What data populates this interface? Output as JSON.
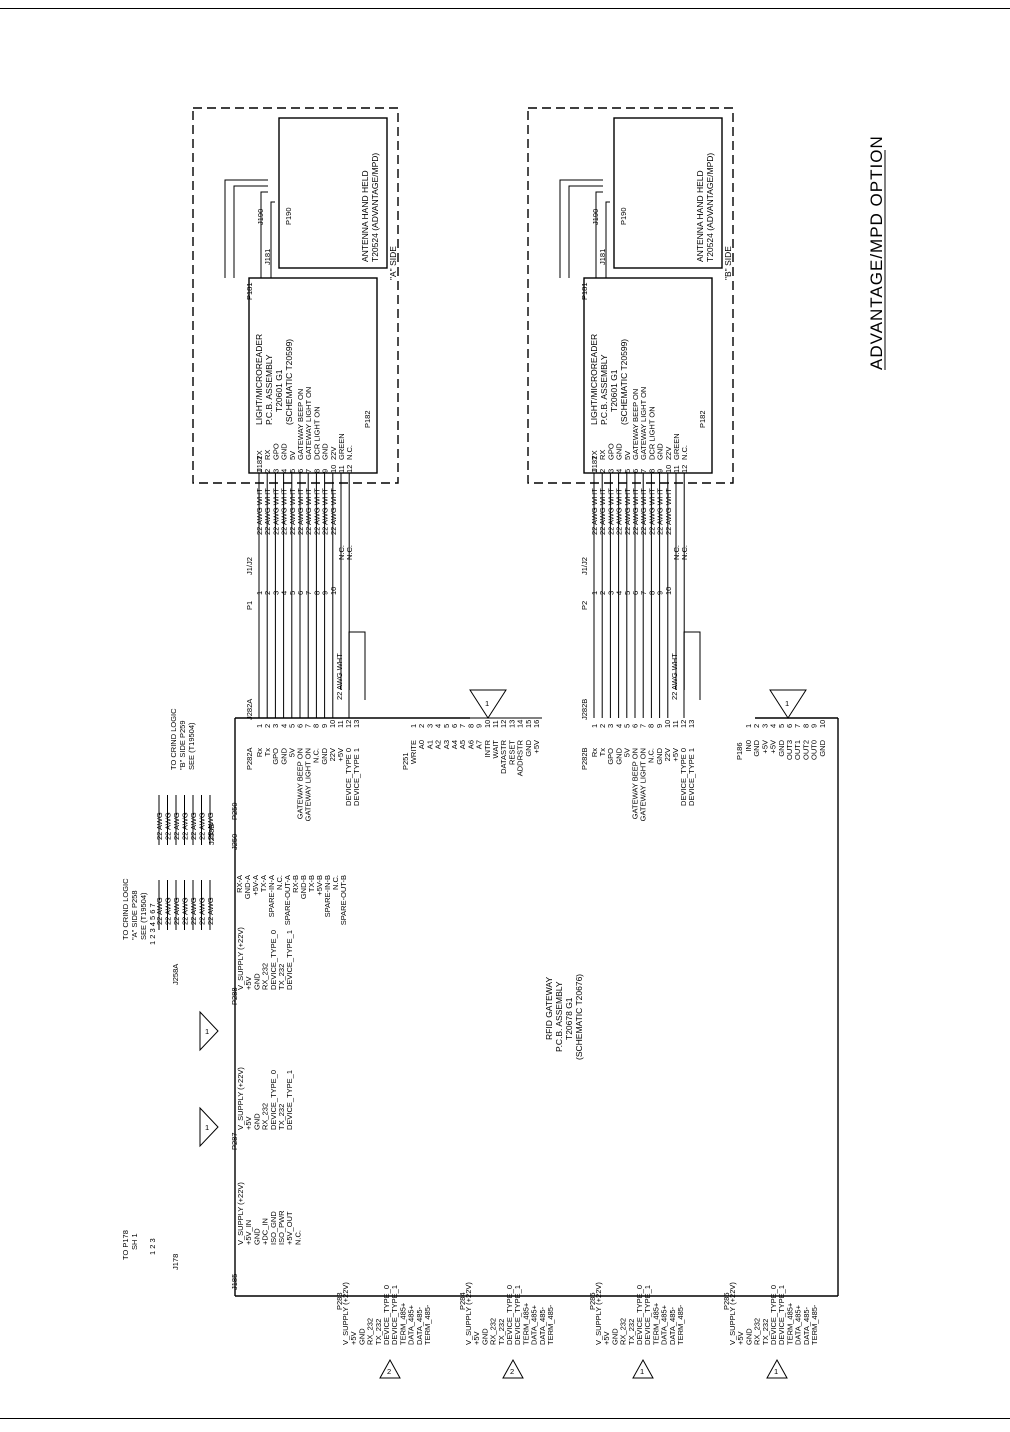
{
  "title": "ADVANTAGE/MPD OPTION",
  "sides": {
    "a": {
      "side_label": "\"A\" SIDE",
      "reader": [
        "LIGHT/MICROREADER",
        "P.C.B. ASSEMBLY",
        "T20601 G1",
        "(SCHEMATIC T20599)"
      ],
      "antenna": [
        "ANTENNA HAND HELD",
        "T20524 (ADVANTAGE/MPD)"
      ],
      "j182_pins": [
        "TX",
        "RX",
        "GPO",
        "GND",
        "5V",
        "GATEWAY BEEP ON",
        "GATEWAY LIGHT ON",
        "DCR LIGHT ON",
        "GND",
        "22V",
        "GREEN",
        "N.C."
      ],
      "p282_pins": [
        "Rx",
        "Tx",
        "GPO",
        "GND",
        "5V",
        "GATEWAY BEEP ON",
        "GATEWAY LIGHT ON",
        "N.C.",
        "GND",
        "22V",
        "+5V",
        "DEVICE_TYPE 0",
        "DEVICE_TYPE 1"
      ],
      "refs": {
        "header": "J282A",
        "plug": "P1",
        "jack": "J1/J2",
        "reader_jack": "J182",
        "reader_plug": "P182",
        "ant_plug": "P181",
        "ant_jack": "J181",
        "ant_j": "J190",
        "ant_p": "P190",
        "p282": "P282A"
      }
    },
    "b": {
      "side_label": "\"B\" SIDE",
      "reader": [
        "LIGHT/MICROREADER",
        "P.C.B. ASSEMBLY",
        "T20601 G1",
        "(SCHEMATIC T20599)"
      ],
      "antenna": [
        "ANTENNA HAND HELD",
        "T20524 (ADVANTAGE/MPD)"
      ],
      "j182_pins": [
        "TX",
        "RX",
        "GPO",
        "GND",
        "5V",
        "GATEWAY BEEP ON",
        "GATEWAY LIGHT ON",
        "DCR LIGHT ON",
        "GND",
        "22V",
        "GREEN",
        "N.C."
      ],
      "p282_pins": [
        "Rx",
        "Tx",
        "GPO",
        "GND",
        "5V",
        "GATEWAY BEEP ON",
        "GATEWAY LIGHT ON",
        "N.C.",
        "GND",
        "22V",
        "+5V",
        "DEVICE_TYPE 0",
        "DEVICE_TYPE 1"
      ],
      "refs": {
        "header": "J282B",
        "plug": "P2",
        "jack": "J1/J2",
        "reader_jack": "J182",
        "reader_plug": "P182",
        "ant_plug": "P181",
        "ant_jack": "J181",
        "ant_j": "J190",
        "ant_p": "P190",
        "p282": "P282B"
      }
    }
  },
  "wire_label": "22 AWG WHT",
  "nc_label": "N.C.",
  "gateway": [
    "RFID GATEWAY",
    "P.C.B. ASSEMBLY",
    "T20678 G1",
    "(SCHEMATIC T20676)"
  ],
  "p251": {
    "ref": "P251",
    "pins": [
      "WRITE",
      "A0",
      "A1",
      "A2",
      "A3",
      "A4",
      "A5",
      "A6",
      "A7",
      "INTR",
      "WAIT",
      "DATASTR",
      "RESET",
      "ADDRSTR",
      "GND",
      "+5V"
    ]
  },
  "p186": {
    "ref": "P186",
    "pins": [
      "IN0",
      "GND",
      "+5V",
      "+5V",
      "GND",
      "OUT3",
      "OUT1",
      "OUT2",
      "OUT0",
      "GND"
    ]
  },
  "crind_a": [
    "TO CRIND LOGIC",
    "\"A\" SIDE P258",
    "SEE (T19504)"
  ],
  "crind_b": [
    "TO CRIND LOGIC",
    "\"B\" SIDE P259",
    "SEE (T19504)"
  ],
  "j258a": {
    "ref": "J258A",
    "nums": "1 2 3 4 5 6 7",
    "pins": [
      "RX-A",
      "GND-A",
      "+5V-A",
      "TX-A",
      "SPARE-IN-A",
      "N.C.",
      "SPARE-OUT-A"
    ]
  },
  "j258b": {
    "ref": "J258B",
    "pins": [
      "RX-B",
      "GND-B",
      "TX-B",
      "+5V-B",
      "SPARE-IN-B",
      "N.C.",
      "SPARE-OUT-B"
    ]
  },
  "j250": {
    "ref": "J250",
    "ref2": "P250"
  },
  "awg": "22 AWG",
  "j178": {
    "ref": "J178",
    "to": "TO P178",
    "sheet": "SH 1",
    "nums": "1 2 3"
  },
  "j185": {
    "ref": "J185",
    "pins": [
      "V_SUPPLY (+22V)",
      "+5V_IN",
      "GND",
      "+DC_IN",
      "ISO_GND",
      "ISO_PWR",
      "+5V_OUT",
      "N.C."
    ]
  },
  "p287": {
    "ref": "P287",
    "pins": [
      "V_SUPPLY (+22V)",
      "+5V",
      "GND",
      "RX_232",
      "DEVICE_TYPE_0",
      "TX_232",
      "DEVICE_TYPE_1"
    ]
  },
  "p288": {
    "ref": "P288",
    "pins": [
      "V_SUPPLY (+22V)",
      "+5V",
      "GND",
      "RX_232",
      "DEVICE_TYPE_0",
      "TX_232",
      "DEVICE_TYPE_1"
    ]
  },
  "rs485": {
    "refs": [
      "P283",
      "P284",
      "P285",
      "P286"
    ],
    "tags": [
      "2",
      "2",
      "1",
      "1"
    ],
    "pins": [
      "V_SUPPLY (+22V)",
      "+5V",
      "GND",
      "RX_232",
      "TX_232",
      "DEVICE_TYPE_0",
      "DEVICE_TYPE_1",
      "TERM_485+",
      "DATA_485+",
      "DATA_485-",
      "TERM_485-"
    ]
  },
  "note_tags": [
    "1",
    "1",
    "1",
    "1"
  ]
}
